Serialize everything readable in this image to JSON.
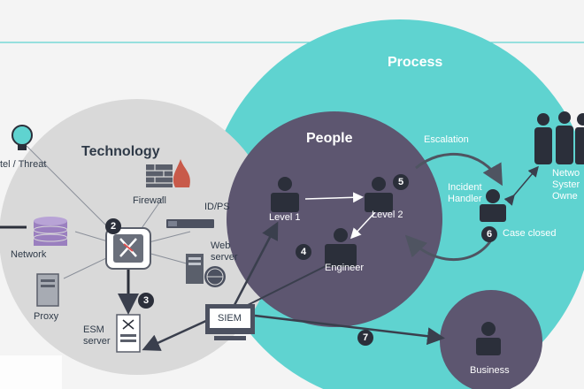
{
  "groups": {
    "process": "Process",
    "people": "People",
    "technology": "Technology"
  },
  "technology_nodes": {
    "intel": "tel / Threat",
    "firewall": "Firewall",
    "idps": "ID/PS",
    "web_server_1": "Web",
    "web_server_2": "server",
    "network": "Network",
    "proxy": "Proxy",
    "esm_1": "ESM",
    "esm_2": "server"
  },
  "people_nodes": {
    "level1": "Level 1",
    "level2": "Level 2",
    "engineer": "Engineer"
  },
  "process_nodes": {
    "escalation": "Escalation",
    "incident_handler_1": "Incident",
    "incident_handler_2": "Handler",
    "case_closed": "Case closed",
    "owners_1": "Netwo",
    "owners_2": "Syster",
    "owners_3": "Owne",
    "business": "Business"
  },
  "siem": "SIEM",
  "step_numbers": [
    "2",
    "3",
    "4",
    "5",
    "6",
    "7"
  ],
  "colors": {
    "process": "#5fd3d0",
    "people": "#5d5670",
    "technology": "#d8d8d8",
    "dark": "#2b2f3a"
  }
}
